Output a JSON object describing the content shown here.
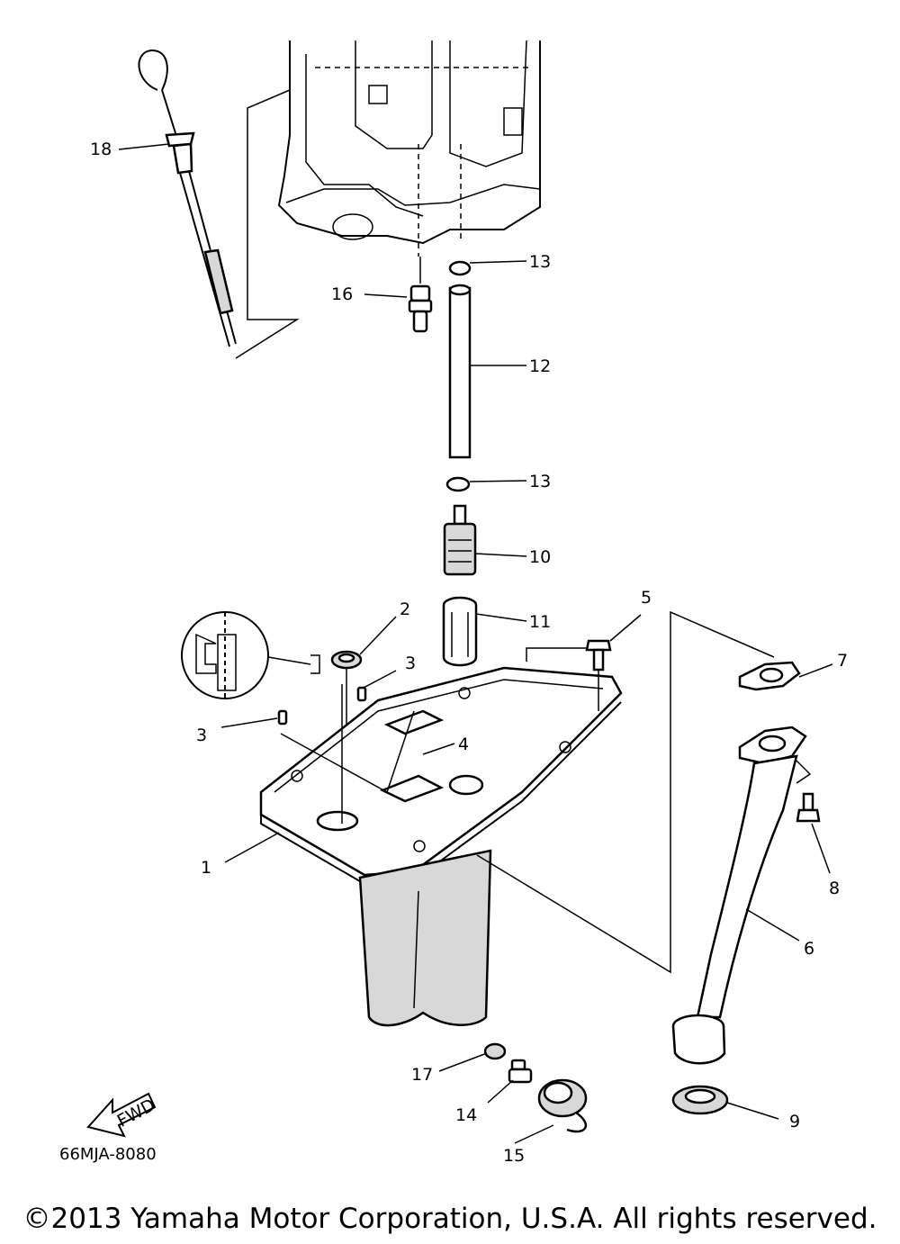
{
  "diagram_code": "66MJA-8080",
  "copyright": "©2013 Yamaha Motor Corporation, U.S.A. All rights reserved.",
  "fwd_label": "FWD",
  "callouts": [
    "1",
    "2",
    "3",
    "3",
    "4",
    "5",
    "6",
    "7",
    "8",
    "9",
    "10",
    "11",
    "12",
    "13",
    "13",
    "14",
    "15",
    "16",
    "17",
    "18"
  ],
  "icons": [
    "fwd-arrow-icon",
    "detail-magnifier-icon"
  ]
}
